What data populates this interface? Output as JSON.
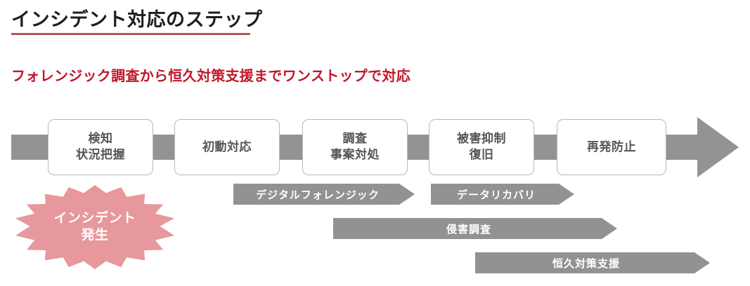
{
  "header": {
    "title": "インシデント対応のステップ",
    "subtitle": "フォレンジック調査から恒久対策支援までワンストップで対応",
    "rule_color": "#b5555a",
    "subtitle_color": "#c0172b"
  },
  "process": {
    "band_color": "#939393",
    "box_border_color": "#b9b9b9",
    "box_text_color": "#555555",
    "steps": [
      {
        "name": "detection",
        "line1": "検知",
        "line2": "状況把握"
      },
      {
        "name": "initial-response",
        "line1": "初動対応",
        "line2": ""
      },
      {
        "name": "investigation",
        "line1": "調査",
        "line2": "事案対処"
      },
      {
        "name": "containment-recovery",
        "line1": "被害抑制",
        "line2": "復旧"
      },
      {
        "name": "prevention",
        "line1": "再発防止",
        "line2": ""
      }
    ]
  },
  "burst": {
    "line1": "インシデント",
    "line2": "発生",
    "color": "#e6989c",
    "text_color": "#ffffff"
  },
  "services": {
    "arrow_color": "#929292",
    "text_color": "#ffffff",
    "items": [
      {
        "name": "digital-forensics",
        "label": "デジタルフォレンジック"
      },
      {
        "name": "data-recovery",
        "label": "データリカバリ"
      },
      {
        "name": "breach-investigation",
        "label": "侵害調査"
      },
      {
        "name": "permanent-countermeasure-support",
        "label": "恒久対策支援"
      }
    ]
  }
}
